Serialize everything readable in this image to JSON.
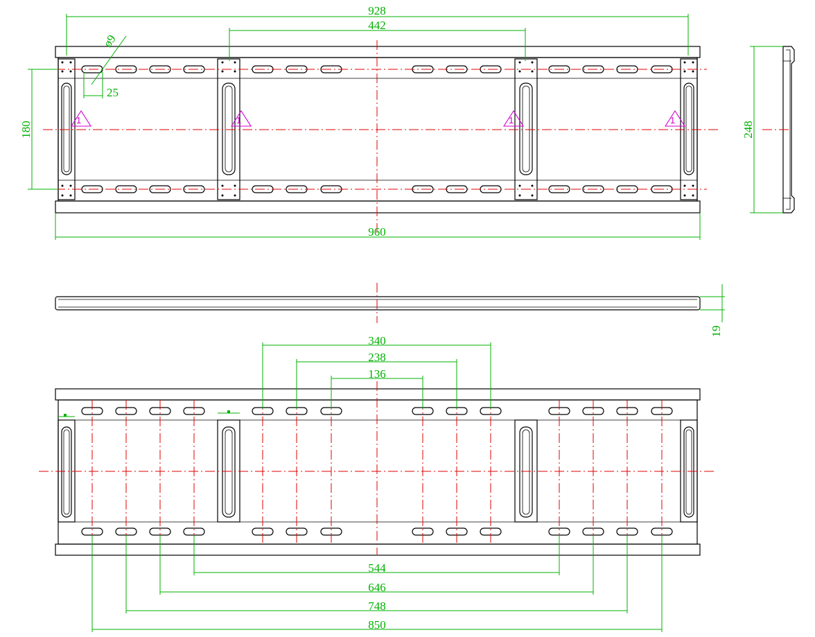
{
  "drawing": {
    "front_view": {
      "dim_overall_width": "928",
      "dim_inner_spacing": "442",
      "dim_hole_diameter": "ø9",
      "dim_slot_length": "25",
      "dim_hole_pitch_vertical": "180",
      "dim_total_width": "960",
      "weld_mark": "1"
    },
    "side_view": {
      "dim_height": "248"
    },
    "top_view": {
      "dim_thickness": "19"
    },
    "rear_view": {
      "dim_340": "340",
      "dim_238": "238",
      "dim_136": "136",
      "dim_544": "544",
      "dim_646": "646",
      "dim_748": "748",
      "dim_850": "850"
    }
  },
  "colors": {
    "dimension": "#00b000",
    "centerline": "#e00000",
    "weld_symbol": "#d000d0",
    "object": "#000000"
  }
}
